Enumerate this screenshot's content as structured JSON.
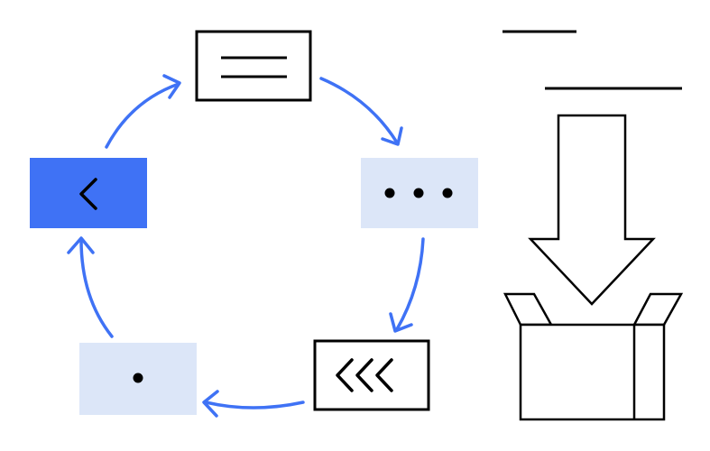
{
  "illustration": {
    "colors": {
      "accent": "#3f72f5",
      "accent_light": "#dce6f8",
      "stroke": "#000000",
      "background": "#ffffff"
    },
    "cycle": {
      "nodes": [
        {
          "id": "top",
          "icon": "menu-lines-icon",
          "style": "outlined"
        },
        {
          "id": "right",
          "icon": "ellipsis-icon",
          "style": "light-fill"
        },
        {
          "id": "bottom-right",
          "icon": "triple-chevron-left-icon",
          "style": "outlined"
        },
        {
          "id": "bottom-left",
          "icon": "dot-icon",
          "style": "light-fill"
        },
        {
          "id": "left",
          "icon": "chevron-left-icon",
          "style": "accent-fill"
        }
      ],
      "arrows": 5
    },
    "download": {
      "icons": [
        "down-arrow-icon",
        "open-box-icon"
      ],
      "lines": 2
    }
  }
}
